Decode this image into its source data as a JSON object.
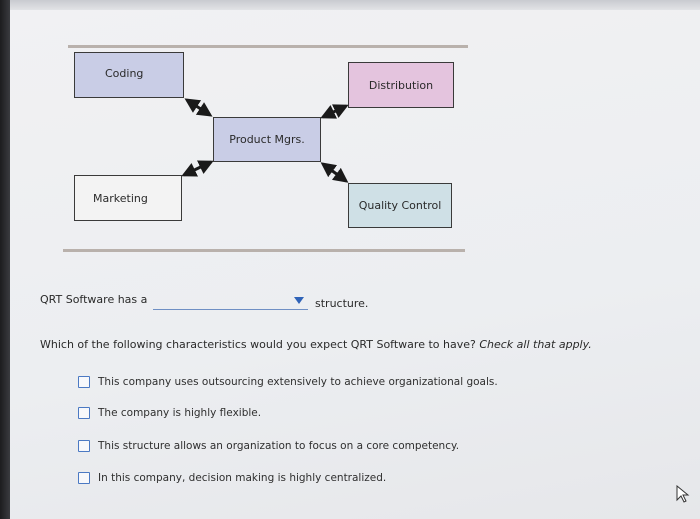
{
  "diagram": {
    "boxes": {
      "coding": "Coding",
      "distribution": "Distribution",
      "product_mgrs": "Product Mgrs.",
      "marketing": "Marketing",
      "quality_control": "Quality Control"
    }
  },
  "question1": {
    "prefix": "QRT Software has a",
    "selected_value": "",
    "suffix": "structure."
  },
  "question2": {
    "text": "Which of the following characteristics would you expect QRT Software to have?",
    "hint": "Check all that apply."
  },
  "options": [
    "This company uses outsourcing extensively to achieve organizational goals.",
    "The company is highly flexible.",
    "This structure allows an organization to focus on a core competency.",
    "In this company, decision making is highly centralized."
  ],
  "colors": {
    "accent": "#2f63b8",
    "box_blue": "#c9cde6",
    "box_pink": "#e4c4de",
    "box_teal": "#cfe0e6"
  }
}
